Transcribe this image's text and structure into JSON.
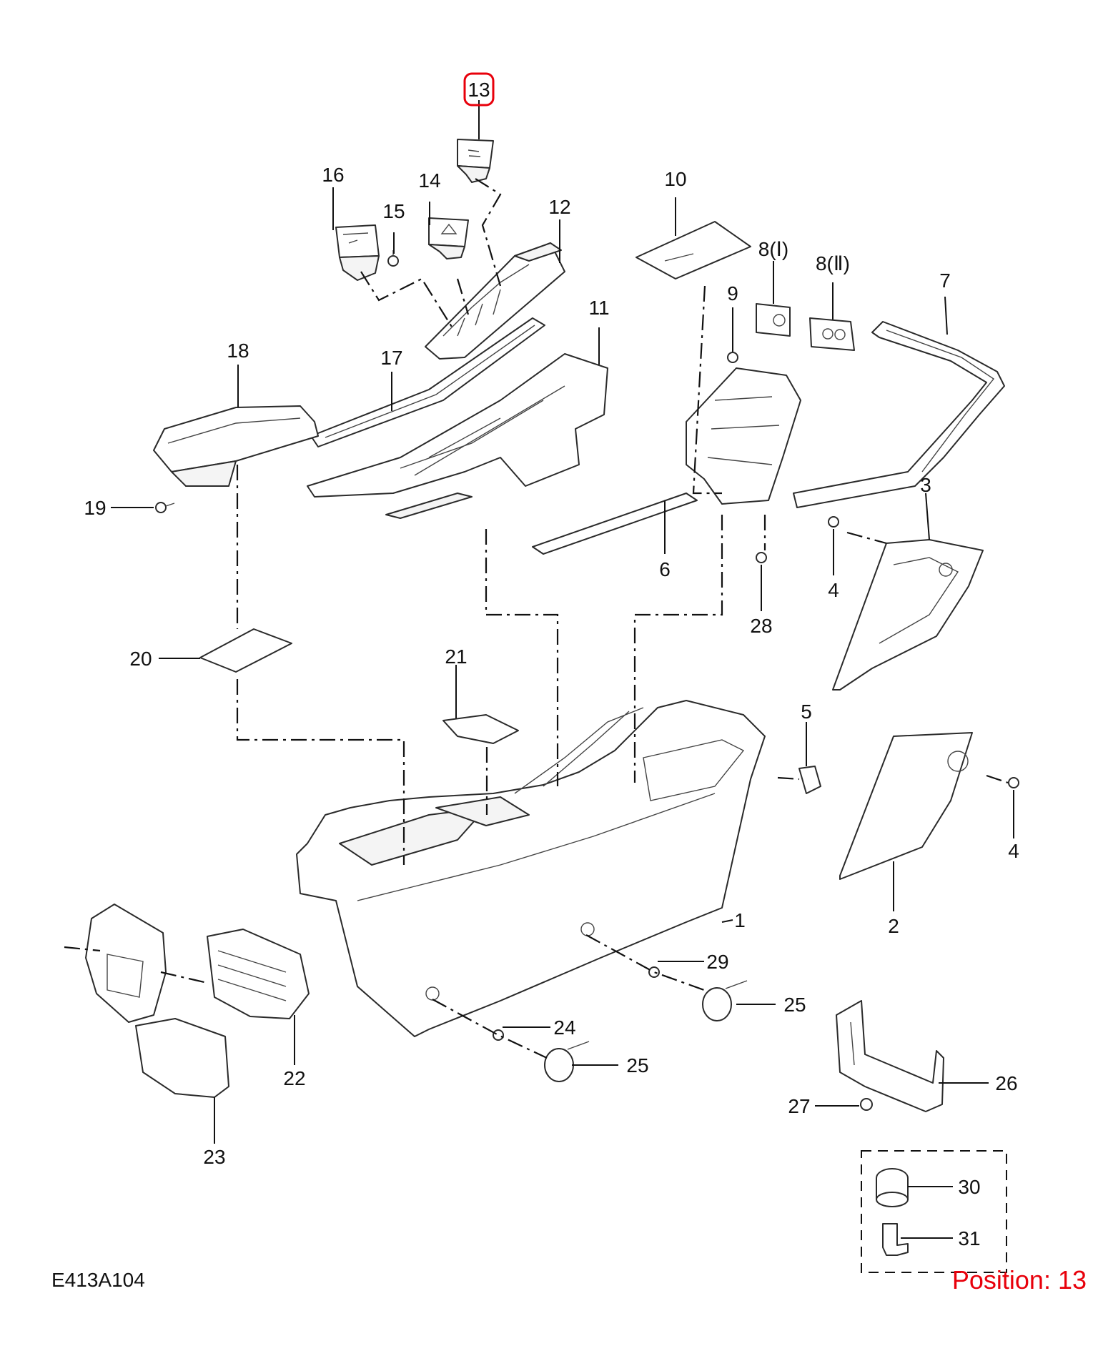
{
  "diagram": {
    "drawing_code": "E413A104",
    "position_text": "Position: 13",
    "highlight_color": "#e8000b",
    "highlighted_callout": "13",
    "callouts": {
      "c1": "1",
      "c2": "2",
      "c3": "3",
      "c4a": "4",
      "c4b": "4",
      "c5": "5",
      "c6": "6",
      "c7": "7",
      "c8a": "8(Ⅰ)",
      "c8b": "8(Ⅱ)",
      "c9": "9",
      "c10": "10",
      "c11": "11",
      "c12": "12",
      "c13": "13",
      "c14": "14",
      "c15": "15",
      "c16": "16",
      "c17": "17",
      "c18": "18",
      "c19": "19",
      "c20": "20",
      "c21": "21",
      "c22": "22",
      "c23": "23",
      "c24": "24",
      "c25a": "25",
      "c25b": "25",
      "c26": "26",
      "c27": "27",
      "c28": "28",
      "c29": "29",
      "c30": "30",
      "c31": "31"
    }
  }
}
